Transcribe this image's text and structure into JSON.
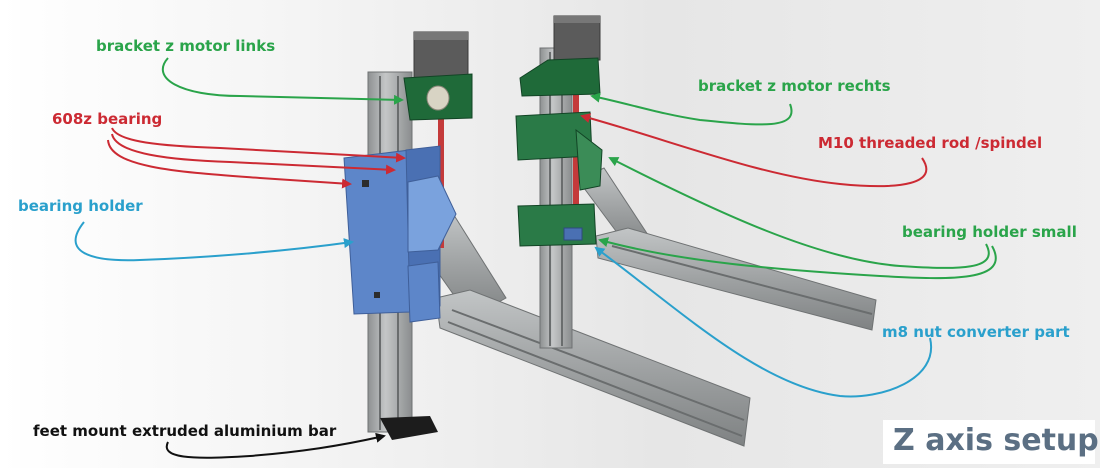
{
  "title": "Z axis setup",
  "colors": {
    "green": "#2aa44a",
    "red": "#cc2a33",
    "blue": "#2aa0cc",
    "black": "#111111",
    "title": "#5b6f83",
    "part_blue": "#5d86c9",
    "part_green": "#1f6a39",
    "extrusion": "#a9acad",
    "rod": "#c43a3a",
    "motor": "#5b5b5b"
  },
  "labels": {
    "bracket_z_motor_links": "bracket z motor links",
    "bearing_608z": "608z bearing",
    "bearing_holder": "bearing holder",
    "bracket_z_motor_rechts": "bracket z motor rechts",
    "m10_threaded_rod": "M10 threaded rod /spindel",
    "bearing_holder_small": "bearing holder small",
    "m8_nut_converter": "m8 nut converter part",
    "feet_mount": "feet mount extruded aluminium bar"
  }
}
